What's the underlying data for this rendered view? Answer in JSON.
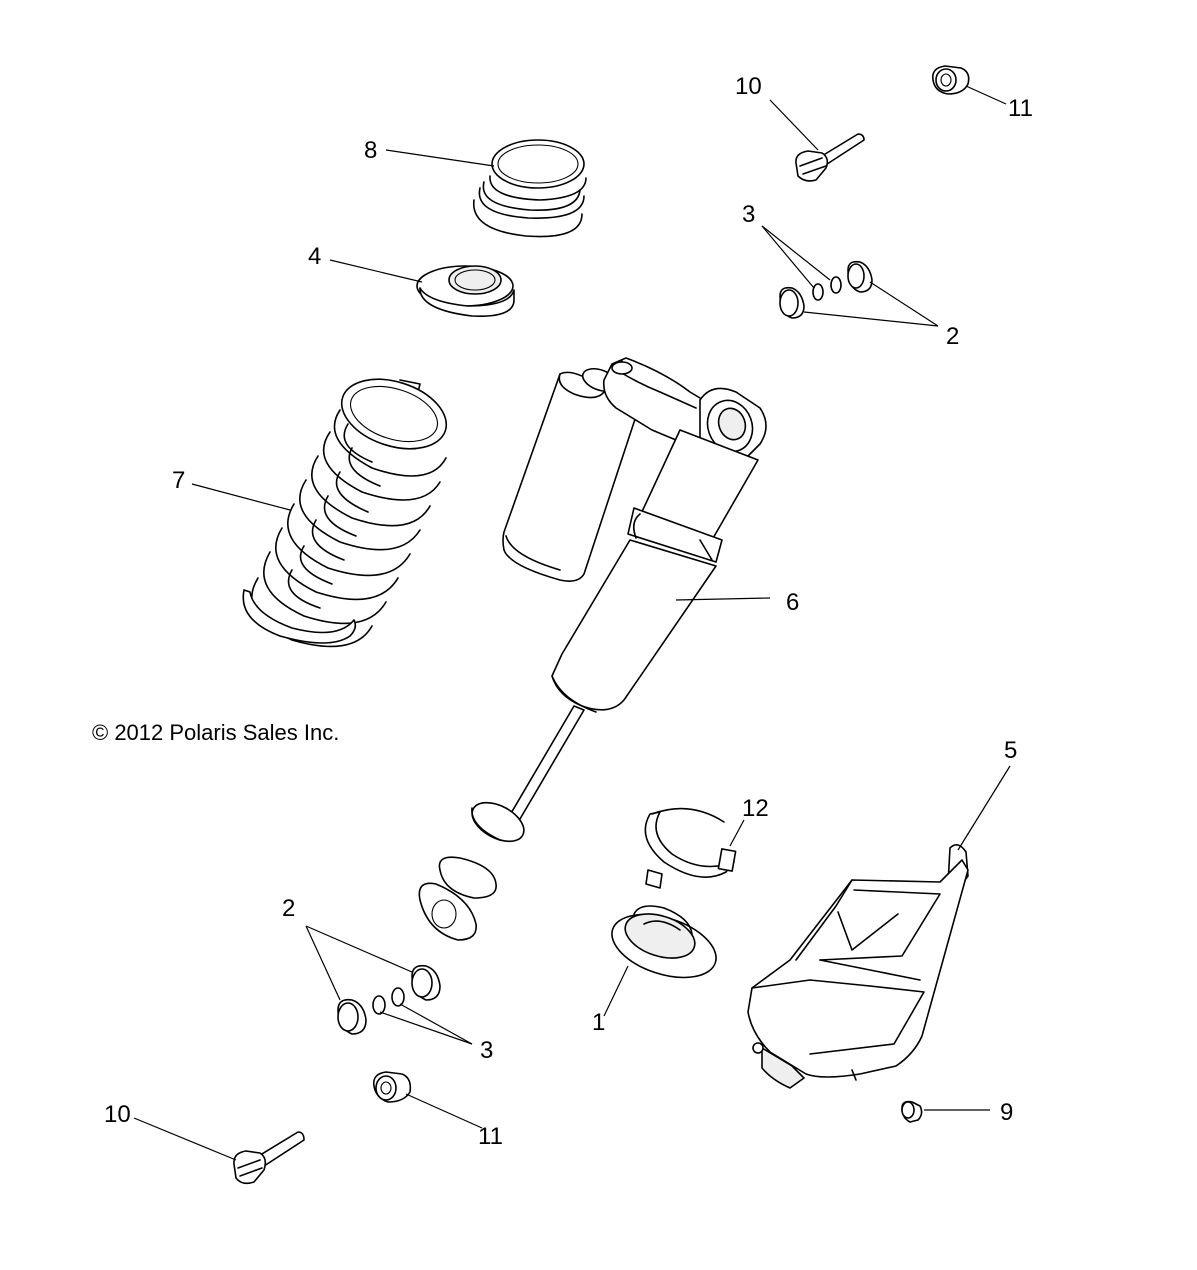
{
  "copyright": "© 2012 Polaris Sales Inc.",
  "callouts": {
    "c10_top": "10",
    "c11_top": "11",
    "c8": "8",
    "c3_top": "3",
    "c4": "4",
    "c2_top": "2",
    "c7": "7",
    "c6": "6",
    "c5": "5",
    "c12": "12",
    "c2_bottom": "2",
    "c1": "1",
    "c3_bottom": "3",
    "c10_bottom": "10",
    "c11_bottom": "11",
    "c9": "9"
  }
}
